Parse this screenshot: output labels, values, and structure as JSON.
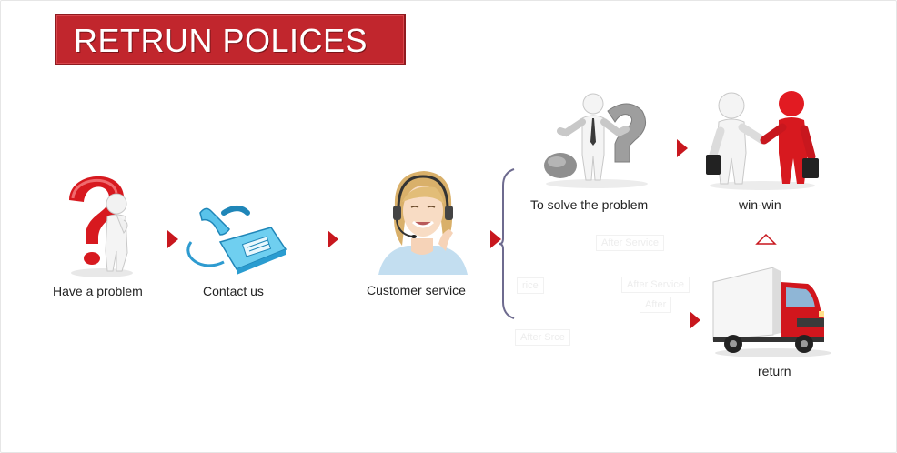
{
  "title": "RETRUN POLICES",
  "steps": {
    "have_problem": "Have a problem",
    "contact_us": "Contact us",
    "customer_service": "Customer service",
    "solve_problem": "To solve the problem",
    "win_win": "win-win",
    "return": "return"
  },
  "watermarks": [
    "After Service",
    "After Service",
    "After",
    "rice",
    "After Srce"
  ],
  "colors": {
    "banner": "#c1262d",
    "arrow": "#c8171e",
    "bracket": "#6e6b8f",
    "phone": "#4ab8e0"
  }
}
